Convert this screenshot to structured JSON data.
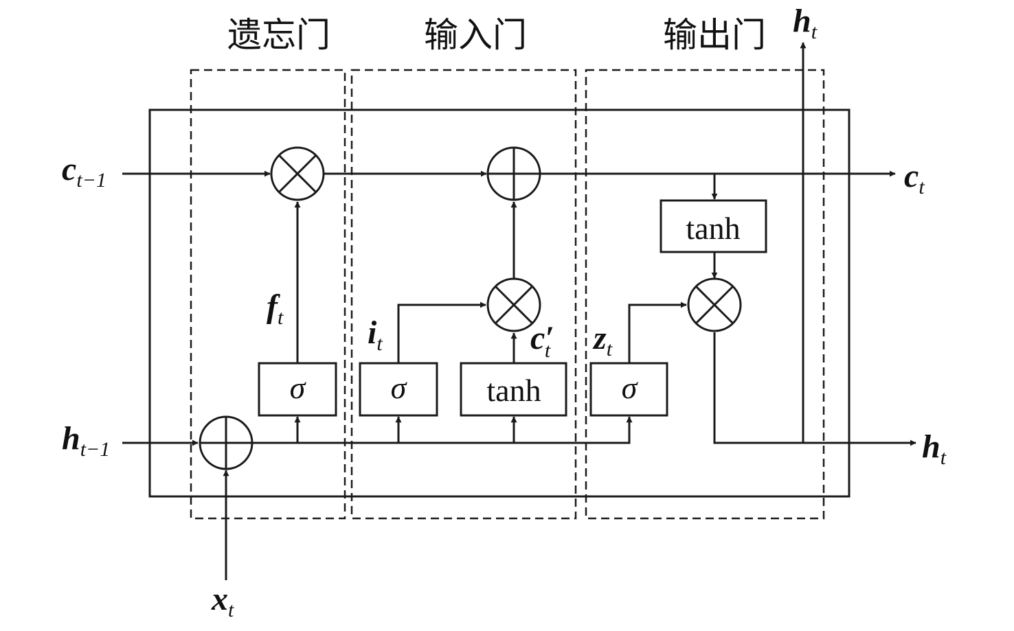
{
  "gates": {
    "forget": "遗忘门",
    "input": "输入门",
    "output": "输出门"
  },
  "vars": {
    "c_prev": {
      "main": "c",
      "sub": "t−1"
    },
    "h_prev": {
      "main": "h",
      "sub": "t−1"
    },
    "x_t": {
      "main": "x",
      "sub": "t"
    },
    "f_t": {
      "main": "f",
      "sub": "t"
    },
    "i_t": {
      "main": "i",
      "sub": "t"
    },
    "c_cand": {
      "main": "c′",
      "sub": "t"
    },
    "z_t": {
      "main": "z",
      "sub": "t"
    },
    "c_t": {
      "main": "c",
      "sub": "t"
    },
    "h_t_right": {
      "main": "h",
      "sub": "t"
    },
    "h_t_top": {
      "main": "h",
      "sub": "t"
    }
  },
  "blocks": {
    "sigma_forget": "σ",
    "sigma_input": "σ",
    "tanh_input": "tanh",
    "sigma_output": "σ",
    "tanh_output": "tanh"
  },
  "ops": {
    "forget_mul": "multiply",
    "cell_add": "add",
    "input_mul": "multiply",
    "output_mul": "multiply",
    "input_add": "add"
  }
}
